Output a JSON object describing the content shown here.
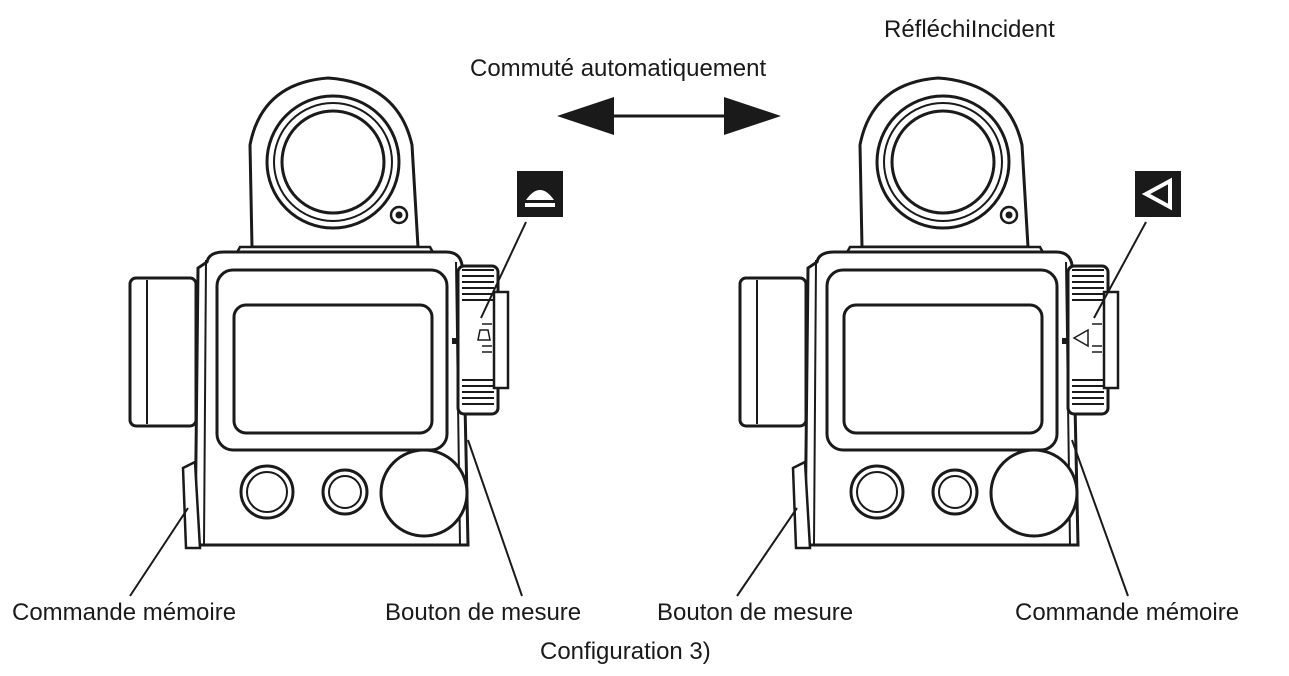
{
  "figure": {
    "top_label": "RéfléchiIncident",
    "switch_label": "Commuté automatiquement",
    "left_meter": {
      "memory_label": "Commande mémoire",
      "measure_label": "Bouton de mesure",
      "mode_icon": "reflected-dome-icon"
    },
    "right_meter": {
      "measure_label": "Bouton de mesure",
      "memory_label": "Commande mémoire",
      "mode_icon": "incident-triangle-icon"
    },
    "caption": "Configuration 3)"
  },
  "colors": {
    "ink": "#1a1a1a",
    "background": "#ffffff"
  }
}
